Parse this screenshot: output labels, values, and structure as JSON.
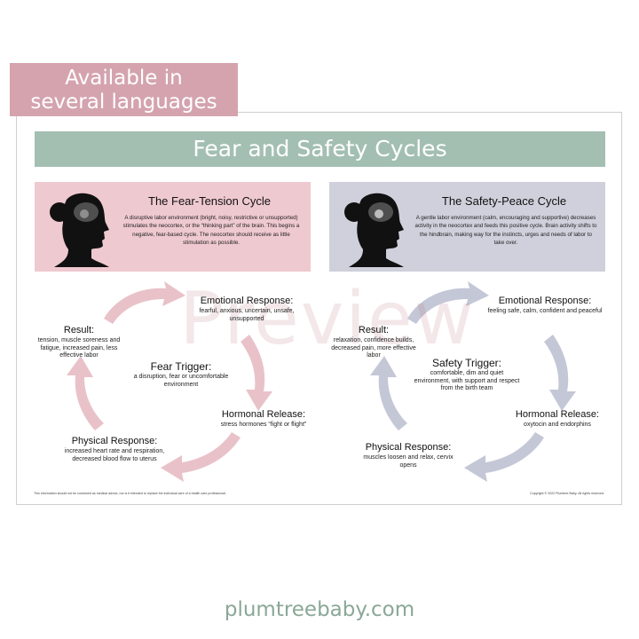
{
  "badge": {
    "line1": "Available in",
    "line2": "several languages"
  },
  "poster": {
    "title": "Fear and Safety Cycles",
    "watermark": "Preview",
    "fear_panel": {
      "title": "The Fear-Tension Cycle",
      "body": "A disruptive labor environment (bright, noisy, restrictive or unsupported) stimulates the neocortex, or the “thinking part” of the brain. This begins a negative, fear-based cycle. The neocortex should receive as little stimulation as possible."
    },
    "safety_panel": {
      "title": "The Safety-Peace Cycle",
      "body": "A gentle labor environment (calm, encouraging and supportive) decreases activity in the neocortex and feeds this positive cycle. Brain activity shifts to the hindbrain, making way for the instincts, urges and needs of labor to take over."
    },
    "fear_cycle": {
      "emotional": {
        "title": "Emotional Response:",
        "desc": "fearful, anxious, uncertain, unsafe, unsupported"
      },
      "result": {
        "title": "Result:",
        "desc": "tension, muscle soreness and fatigue, increased pain, less effective labor"
      },
      "trigger": {
        "title": "Fear Trigger:",
        "desc": "a disruption, fear or uncomfortable environment"
      },
      "hormonal": {
        "title": "Hormonal Release:",
        "desc": "stress hormones “fight or flight”"
      },
      "physical": {
        "title": "Physical Response:",
        "desc": "increased heart rate and respiration, decreased blood flow to uterus"
      }
    },
    "safety_cycle": {
      "emotional": {
        "title": "Emotional Response:",
        "desc": "feeling safe, calm, confident and peaceful"
      },
      "result": {
        "title": "Result:",
        "desc": "relaxation, confidence builds, decreased pain, more effective labor"
      },
      "trigger": {
        "title": "Safety Trigger:",
        "desc": "comfortable, dim and quiet environment, with support and respect from the birth team"
      },
      "hormonal": {
        "title": "Hormonal Release:",
        "desc": "oxytocin and endorphins"
      },
      "physical": {
        "title": "Physical Response:",
        "desc": "muscles loosen and relax, cervix opens"
      }
    },
    "disclaimer": "This information should not be construed as medical advice, nor is it intended to replace the individual care of a health care professional.",
    "copyright": "Copyright © 2022 Plumtree Baby. All rights reserved."
  },
  "footer": {
    "website": "plumtreebaby.com"
  },
  "colors": {
    "badge": "#d4a3ae",
    "title_bar": "#a3bfb2",
    "fear_panel": "#efc9d0",
    "safety_panel": "#cfd0db",
    "fear_arrow": "#e9c2c9",
    "safety_arrow": "#c4c7d6",
    "website": "#8aa896"
  }
}
